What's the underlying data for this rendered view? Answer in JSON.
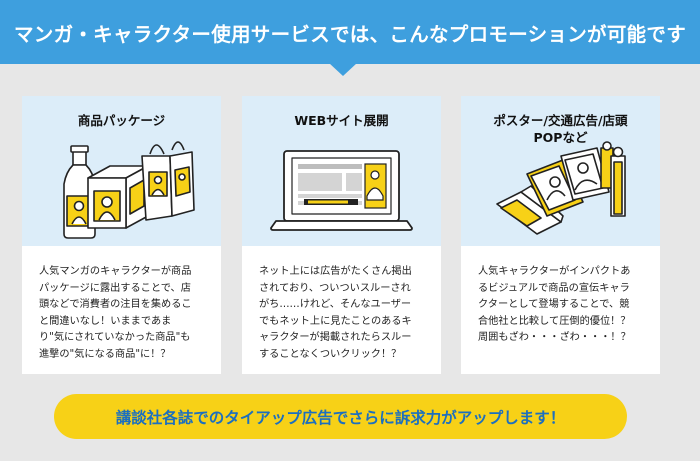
{
  "banner": {
    "text": "マンガ・キャラクター使用サービスでは、こんなプロモーションが可能です"
  },
  "cards": [
    {
      "title": "商品パッケージ",
      "title_line2": "",
      "illustration": "package-icon",
      "lines": [
        "人気マンガのキャラクターが商品",
        "パッケージに露出することで、店",
        "頭などで消費者の注目を集めるこ",
        "と間違いなし！いままであま",
        "り\"気にされていなかった商品\"も",
        "進撃の\"気になる商品\"に！？"
      ]
    },
    {
      "title": "WEBサイト展開",
      "title_line2": "",
      "illustration": "laptop-icon",
      "lines": [
        "ネット上には広告がたくさん掲出",
        "されており、ついついスルーされ",
        "がち……けれど、そんなユーザー",
        "でもネット上に見たことのあるキ",
        "ャラクターが掲載されたらスルー",
        "することなくついクリック！？"
      ]
    },
    {
      "title": "ポスター/交通広告/店頭",
      "title_line2": "POPなど",
      "illustration": "poster-icon",
      "lines": [
        "人気キャラクターがインパクトあ",
        "るビジュアルで商品の宣伝キャラ",
        "クターとして登場することで、競",
        "合他社と比較して圧倒的優位！？",
        "周囲もざわ・・・ざわ・・・！？"
      ]
    }
  ],
  "cta": {
    "text": "講談社各誌でのタイアップ広告でさらに訴求力がアップします！"
  },
  "colors": {
    "banner": "#3e9fde",
    "card_top": "#dcedf9",
    "accent_yellow": "#f7d117",
    "cta_text": "#1c6fbf",
    "background": "#e7e7e7"
  }
}
